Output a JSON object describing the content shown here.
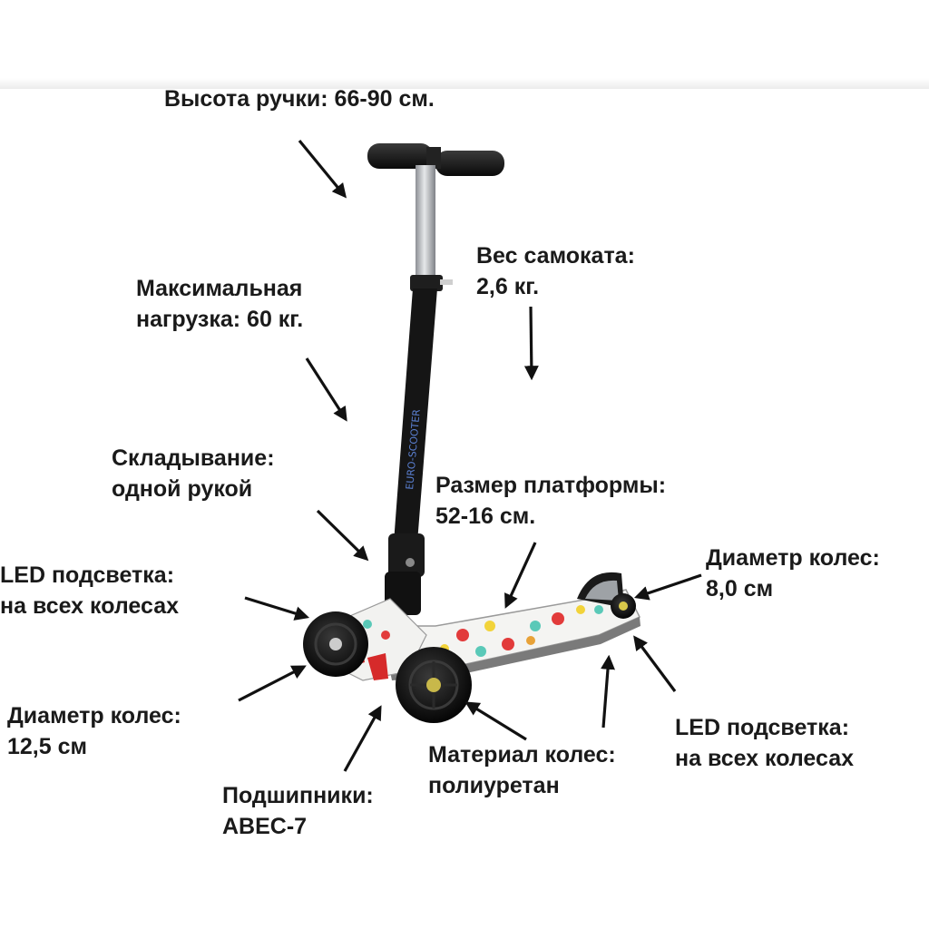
{
  "labels": {
    "handle_height": "Высота ручки: 66-90 см.",
    "max_load": [
      "Максимальная",
      "нагрузка: 60 кг."
    ],
    "weight": [
      "Вес самоката:",
      "2,6 кг."
    ],
    "folding": [
      "Складывание:",
      "одной рукой"
    ],
    "platform_size": [
      "Размер платформы:",
      "52-16 см."
    ],
    "led_left": [
      "LED подсветка:",
      "на всех колесах"
    ],
    "rear_wheel_diameter": [
      "Диаметр колес:",
      "8,0 см"
    ],
    "front_wheel_diameter": [
      "Диаметр колес:",
      "12,5 см"
    ],
    "bearings": [
      "Подшипники:",
      "ABEC-7"
    ],
    "wheel_material": [
      "Материал колес:",
      "полиуретан"
    ],
    "led_right": [
      "LED подсветка:",
      "на всех колесах"
    ]
  },
  "stem_text": "EURO-SCOOTER",
  "colors": {
    "text": "#1a1a1a",
    "arrow": "#111111",
    "handle": "#1c1c1c",
    "steel": "#b9bcc0",
    "deck_base": "#f4f4f2",
    "wheel": "#0c0c0c",
    "accent_red": "#d62a2a"
  }
}
